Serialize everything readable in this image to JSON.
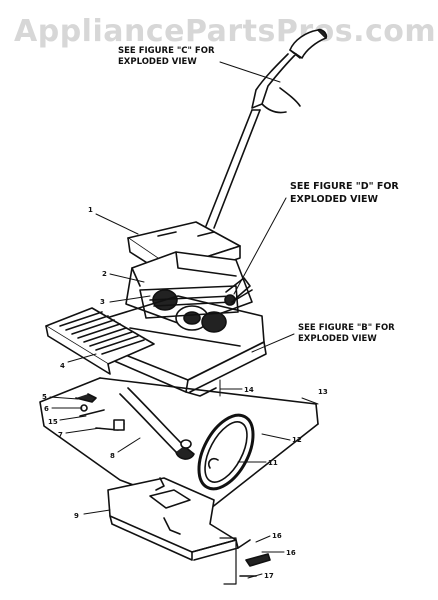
{
  "watermark": "AppliancePartsPros.com",
  "notes": {
    "figure_c": [
      "SEE FIGURE \"C\" FOR",
      "EXPLODED VIEW"
    ],
    "figure_d": [
      "SEE FIGURE \"D\" FOR",
      "EXPLODED VIEW"
    ],
    "figure_b": [
      "SEE FIGURE \"B\" FOR",
      "EXPLODED VIEW"
    ]
  },
  "callouts": {
    "c1": "1",
    "c2": "2",
    "c3": "3",
    "c4": "4",
    "c5": "5",
    "c6": "6",
    "c7": "7",
    "c8": "8",
    "c9": "9",
    "c11": "11",
    "c12": "12",
    "c13": "13",
    "c14": "14",
    "c15": "15",
    "c16": "16",
    "c16b": "16",
    "c17": "17"
  }
}
